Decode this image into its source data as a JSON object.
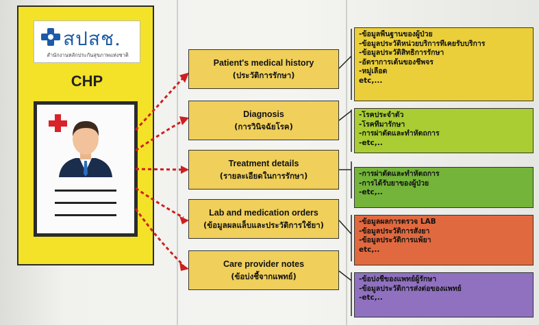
{
  "logo": {
    "mark": "สปสช.",
    "subtitle": "สำนักงานหลักประกันสุขภาพแห่งชาติ",
    "icon": "cross-logo-icon"
  },
  "card": {
    "title": "CHP",
    "icon": "doctor-avatar-icon",
    "badge_icon": "red-cross-icon"
  },
  "categories": [
    {
      "en": "Patient's medical history",
      "th": "(ประวัติการรักษา)"
    },
    {
      "en": "Diagnosis",
      "th": "(การวินิจฉัยโรค)"
    },
    {
      "en": "Treatment details",
      "th": "(รายละเอียดในการรักษา)"
    },
    {
      "en": "Lab and medication orders",
      "th": "(ข้อมูลผลแล็บและประวัติการใช้ยา)"
    },
    {
      "en": "Care provider notes",
      "th": "(ข้อบ่งชี้จากแพทย์)"
    }
  ],
  "details": [
    {
      "color": "#eacf3a",
      "items": [
        "-ข้อมูลพื้นฐานของผู้ป่วย",
        "-ข้อมูลประวัติหน่วยบริการที่เคยรับบริการ",
        "-ข้อมูลประวัติสิทธิการรักษา",
        "-อัตราการเต้นของชีพจร",
        "-หมู่เลือด",
        " etc,..."
      ]
    },
    {
      "color": "#a9cd33",
      "items": [
        "-โรคประจำตัว",
        "-โรคที่มารักษา",
        "-การผ่าตัดและทำหัตถการ",
        "-etc,.."
      ]
    },
    {
      "color": "#74b43a",
      "items": [
        "-การผ่าตัดและทำหัตถการ",
        "-การได้รับยาของผู้ป่วย",
        "-etc,.."
      ]
    },
    {
      "color": "#e1693f",
      "items": [
        "-ข้อมูลผลการตรวจ LAB",
        "-ข้อมูลประวัติการสั่งยา",
        "-ข้อมูลประวัติการแพ้ยา",
        "etc,.."
      ]
    },
    {
      "color": "#8f71c0",
      "items": [
        "-ข้อบ่งชี้ของแพทย์ผู้รักษา",
        "-ข้อมูลประวัติการส่งต่อของแพทย์",
        "-etc,.."
      ]
    }
  ],
  "colors": {
    "card": "#f3e227",
    "category_box": "#f0cf5a",
    "arrow": "#cc1f1f"
  }
}
